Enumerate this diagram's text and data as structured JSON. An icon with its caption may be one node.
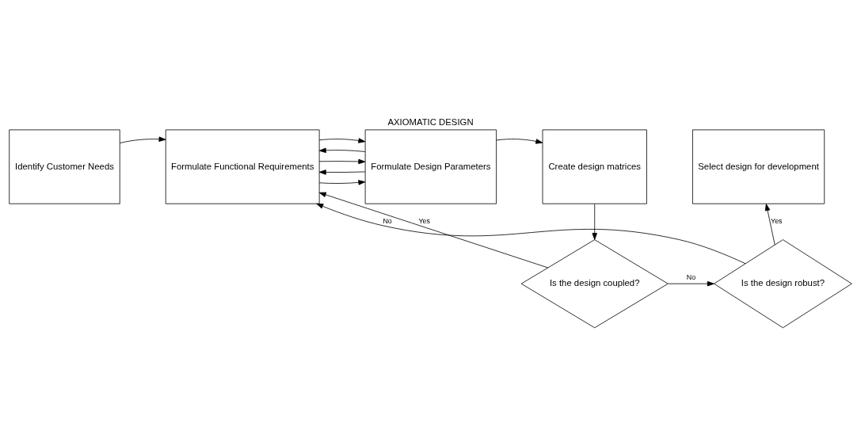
{
  "diagram": {
    "title": "AXIOMATIC DESIGN",
    "nodes": [
      {
        "text": [
          "Identify Customer Needs"
        ]
      },
      {
        "text": [
          "Formulate Functional Requirements"
        ]
      },
      {
        "text": [
          "Formulate Design Parameters"
        ]
      },
      {
        "text": [
          "Create design matrices"
        ]
      },
      {
        "text": [
          "Select design for development"
        ]
      },
      {
        "text": [
          "Is the design robust?"
        ]
      },
      {
        "text": [
          "Is the design coupled?"
        ]
      }
    ],
    "edges": [
      {
        "from": 0,
        "to": 1,
        "arrow": "to"
      },
      {
        "from": 1,
        "to": 2,
        "arrow": "to"
      },
      {
        "from": 2,
        "to": 1,
        "arrow": "to"
      },
      {
        "from": 1,
        "to": 2,
        "arrow": "to"
      },
      {
        "from": 2,
        "to": 1,
        "arrow": "to"
      },
      {
        "from": 1,
        "to": 2,
        "arrow": "to"
      },
      {
        "from": 2,
        "to": 3,
        "arrow": "to"
      },
      {
        "from": 3,
        "to": 6,
        "arrow": "to"
      },
      {
        "from": 6,
        "to": 5,
        "arrow": "to",
        "label": "No"
      },
      {
        "from": 6,
        "to": 1,
        "arrow": "to",
        "label": "Yes"
      },
      {
        "from": 5,
        "to": 1,
        "arrow": "to",
        "label": "No"
      },
      {
        "from": 5,
        "to": 4,
        "arrow": "to",
        "label": "Yes"
      }
    ]
  }
}
